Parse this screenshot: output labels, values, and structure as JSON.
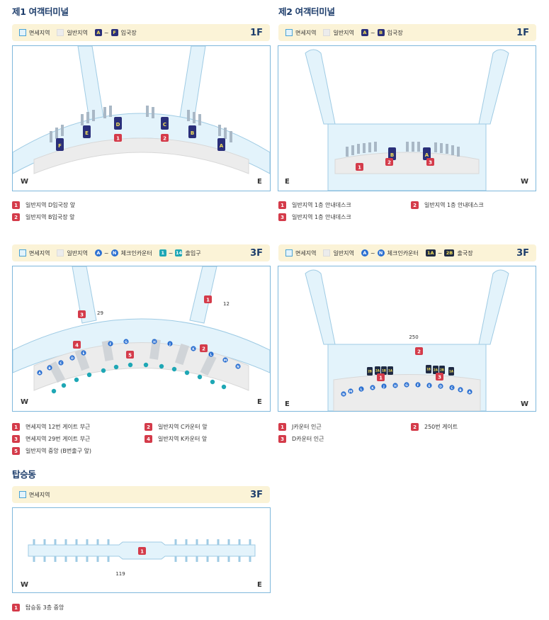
{
  "common": {
    "duty_free": "면세지역",
    "general": "일반지역",
    "tilde": "~",
    "west": "W",
    "east": "E"
  },
  "t1_1f": {
    "title": "제1 여객터미널",
    "floor": "1F",
    "gate_start": "A",
    "gate_end": "F",
    "gate_label": "입국장",
    "gates": [
      "F",
      "E",
      "D",
      "C",
      "B",
      "A"
    ],
    "notes": [
      {
        "num": "1",
        "text": "일반지역 D입국장 앞"
      },
      {
        "num": "2",
        "text": "일반지역 B입국장 앞"
      }
    ]
  },
  "t2_1f": {
    "title": "제2 여객터미널",
    "floor": "1F",
    "gate_start": "A",
    "gate_end": "B",
    "gate_label": "입국장",
    "gates": [
      "B",
      "A"
    ],
    "notes": [
      {
        "num": "1",
        "text": "일반지역 1층 안내데스크"
      },
      {
        "num": "2",
        "text": "일반지역 1층 안내데스크"
      },
      {
        "num": "3",
        "text": "일반지역 1층 안내데스크"
      }
    ]
  },
  "t1_3f": {
    "floor": "3F",
    "counter_start": "A",
    "counter_end": "N",
    "counter_label": "체크인카운터",
    "exit_start": "1",
    "exit_end": "14",
    "exit_label": "출입구",
    "gate_29": "29",
    "gate_12": "12",
    "counters": [
      "A",
      "B",
      "C",
      "D",
      "E",
      "F",
      "G",
      "H",
      "J",
      "K",
      "L",
      "M",
      "N"
    ],
    "exits": [
      "1",
      "2",
      "3",
      "4",
      "5",
      "6",
      "7",
      "8",
      "9",
      "10",
      "11",
      "12",
      "13",
      "14"
    ],
    "notes": [
      {
        "num": "1",
        "text": "면세지역 12번 게이트 부근"
      },
      {
        "num": "2",
        "text": "일반지역 C카운터 앞"
      },
      {
        "num": "3",
        "text": "면세지역 29번 게이트 부근"
      },
      {
        "num": "4",
        "text": "일반지역 K카운터 앞"
      },
      {
        "num": "5",
        "text": "일반지역 중앙 (B번출구 앞)"
      }
    ]
  },
  "t2_3f": {
    "floor": "3F",
    "counter_start": "A",
    "counter_end": "N",
    "counter_label": "체크인카운터",
    "exit_start": "1A",
    "exit_end": "2B",
    "exit_label": "출국장",
    "gate_250": "250",
    "counters": [
      "N",
      "M",
      "L",
      "K",
      "J",
      "H",
      "G",
      "F",
      "E",
      "D",
      "C",
      "B",
      "A"
    ],
    "departures": [
      "2B",
      "2A",
      "1B",
      "1A",
      "1B",
      "2A",
      "2B",
      "1A"
    ],
    "notes": [
      {
        "num": "1",
        "text": "J카운터 인근"
      },
      {
        "num": "2",
        "text": "250번 게이트"
      },
      {
        "num": "3",
        "text": "D카운터 인근"
      }
    ]
  },
  "concourse": {
    "title": "탑승동",
    "floor": "3F",
    "gate_119": "119",
    "notes": [
      {
        "num": "1",
        "text": "탑승동 3층 중앙"
      }
    ]
  },
  "colors": {
    "duty_free_fill": "#e3f3fb",
    "general_fill": "#ececec",
    "marker_red": "#d43b4a",
    "gate_navy": "#2a2f7a",
    "counter_blue": "#2a6fd1",
    "exit_teal": "#1ea7b5",
    "title_navy": "#1d3d6b"
  }
}
